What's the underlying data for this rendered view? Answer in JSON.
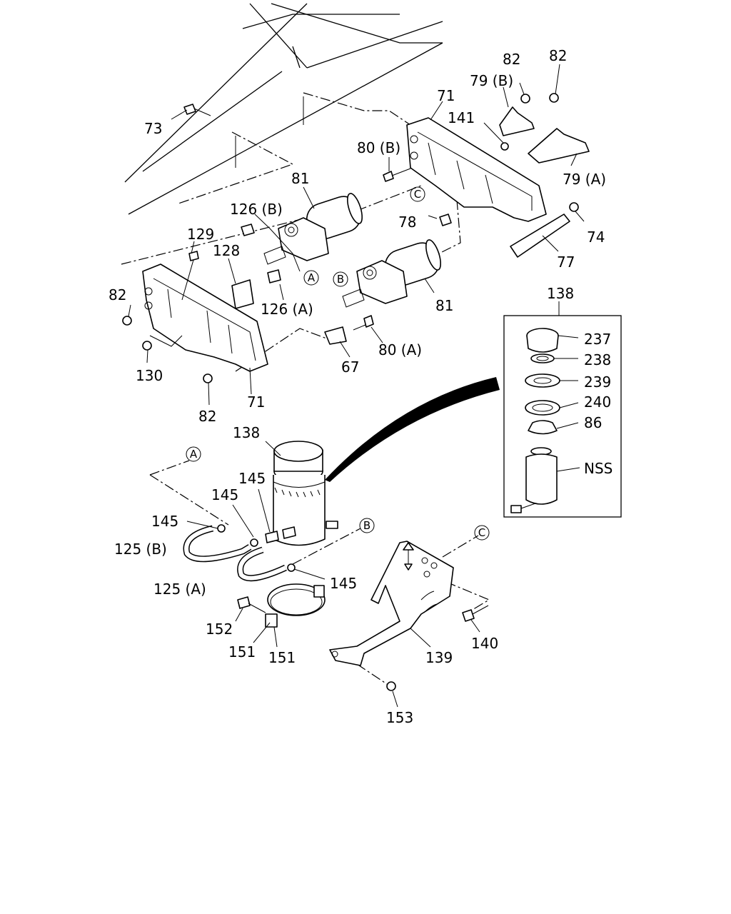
{
  "labels": {
    "l73": "73",
    "l82_top_a": "82",
    "l82_top_b": "82",
    "l79b": "79 (B)",
    "l71_top": "71",
    "l141": "141",
    "l80b": "80 (B)",
    "l79a": "79 (A)",
    "l81_top": "81",
    "l126b": "126 (B)",
    "l129": "129",
    "l128": "128",
    "l78": "78",
    "l74": "74",
    "l77": "77",
    "l82_left": "82",
    "l126a": "126 (A)",
    "l81_mid": "81",
    "l138_top": "138",
    "l237": "237",
    "l238": "238",
    "l239": "239",
    "l240": "240",
    "l86": "86",
    "lnss": "NSS",
    "l130": "130",
    "l67": "67",
    "l80a": "80 (A)",
    "l71_bot": "71",
    "l82_bot": "82",
    "l138_mid": "138",
    "l145_a": "145",
    "l145_b": "145",
    "l145_c": "145",
    "l145_d": "145",
    "l125b": "125 (B)",
    "l125a": "125 (A)",
    "l152": "152",
    "l151_a": "151",
    "l151_b": "151",
    "l139": "139",
    "l140": "140",
    "l153": "153"
  },
  "callouts": {
    "A": "A",
    "B": "B",
    "C": "C"
  }
}
